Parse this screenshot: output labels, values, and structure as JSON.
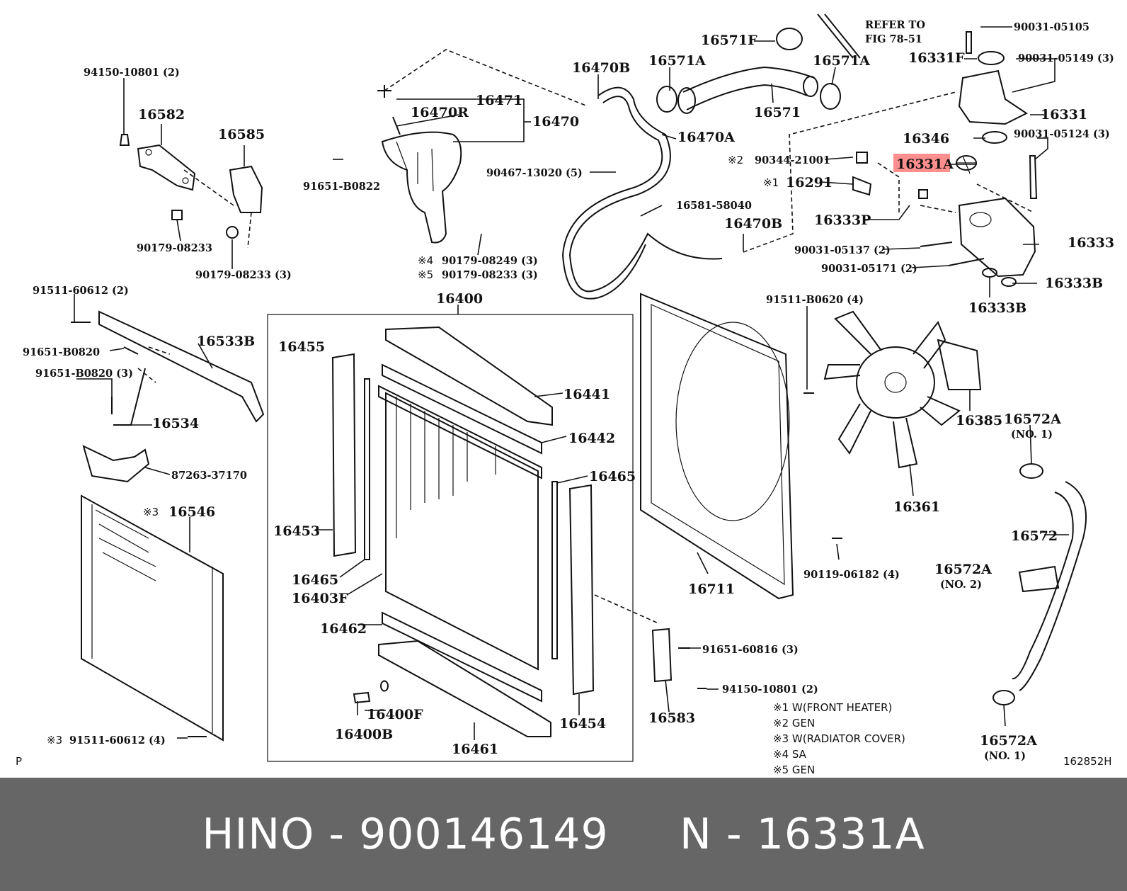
{
  "diagram": {
    "highlight_color": "#ff8f8f",
    "labels": {
      "l16571F": "16571F",
      "refer_to": "REFER TO",
      "fig": "FIG 78-51",
      "l90031_05105": "90031-05105",
      "l16331F": "16331F",
      "l90031_05149": "90031-05149 (3)",
      "l16331": "16331",
      "l16346": "16346",
      "l90031_05124": "90031-05124 (3)",
      "l16331A": "16331A",
      "l16571A_a": "16571A",
      "l16571A_b": "16571A",
      "l16571": "16571",
      "l16470B_top": "16470B",
      "l16470A": "16470A",
      "l16471": "16471",
      "l16470R": "16470R",
      "l16470": "16470",
      "l94150_10801_top": "94150-10801 (2)",
      "l16582": "16582",
      "l16585": "16585",
      "l91651_B0822": "91651-B0822",
      "l90467_13020": "90467-13020 (5)",
      "l90179_08233": "90179-08233",
      "l90179_08233_3": "90179-08233 (3)",
      "l90179_08249": "90179-08249 (3)",
      "l90179_08233_5": "90179-08233 (3)",
      "mark4": "※4",
      "mark5": "※5",
      "l90344_21001": "90344-21001",
      "mark2": "※2",
      "l16291": "16291",
      "mark1": "※1",
      "l16581_58040": "16581-58040",
      "l16333P": "16333P",
      "l16470B_mid": "16470B",
      "l90031_05137": "90031-05137 (2)",
      "l90031_05171": "90031-05171 (2)",
      "l16333": "16333",
      "l16333B_a": "16333B",
      "l16333B_b": "16333B",
      "l91511_60612_2": "91511-60612 (2)",
      "l16533B": "16533B",
      "l91651_B0820": "91651-B0820",
      "l91651_B0820_3": "91651-B0820 (3)",
      "l16534": "16534",
      "l87263_37170": "87263-37170",
      "l16546": "16546",
      "mark3_a": "※3",
      "l16400": "16400",
      "l16455": "16455",
      "l16441": "16441",
      "l16442": "16442",
      "l16465_r": "16465",
      "l16453": "16453",
      "l16465_l": "16465",
      "l16403F": "16403F",
      "l16462": "16462",
      "l16400F": "16400F",
      "l16400B": "16400B",
      "l16461": "16461",
      "l16454": "16454",
      "l91511_B0620": "91511-B0620 (4)",
      "l16385": "16385",
      "l16572A_top": "16572A",
      "no1_top": "(NO. 1)",
      "l16361": "16361",
      "l16572": "16572",
      "l16711": "16711",
      "l90119_06182": "90119-06182 (4)",
      "l16572A_mid": "16572A",
      "no2": "(NO. 2)",
      "l91651_60816": "91651-60816 (3)",
      "l94150_10801_bot": "94150-10801 (2)",
      "l16583": "16583",
      "l16572A_bot": "16572A",
      "no1_bot": "(NO. 1)",
      "l91511_60612_4": "91511-60612 (4)",
      "mark3_b": "※3",
      "p_mark": "P",
      "fig_code": "162852H"
    },
    "notes": [
      "※1 W(FRONT HEATER)",
      "※2 GEN",
      "※3 W(RADIATOR COVER)",
      "※4 SA",
      "※5 GEN"
    ]
  },
  "footer": {
    "text": "HINO - 900146149     N - 16331A",
    "background": "#666666"
  }
}
